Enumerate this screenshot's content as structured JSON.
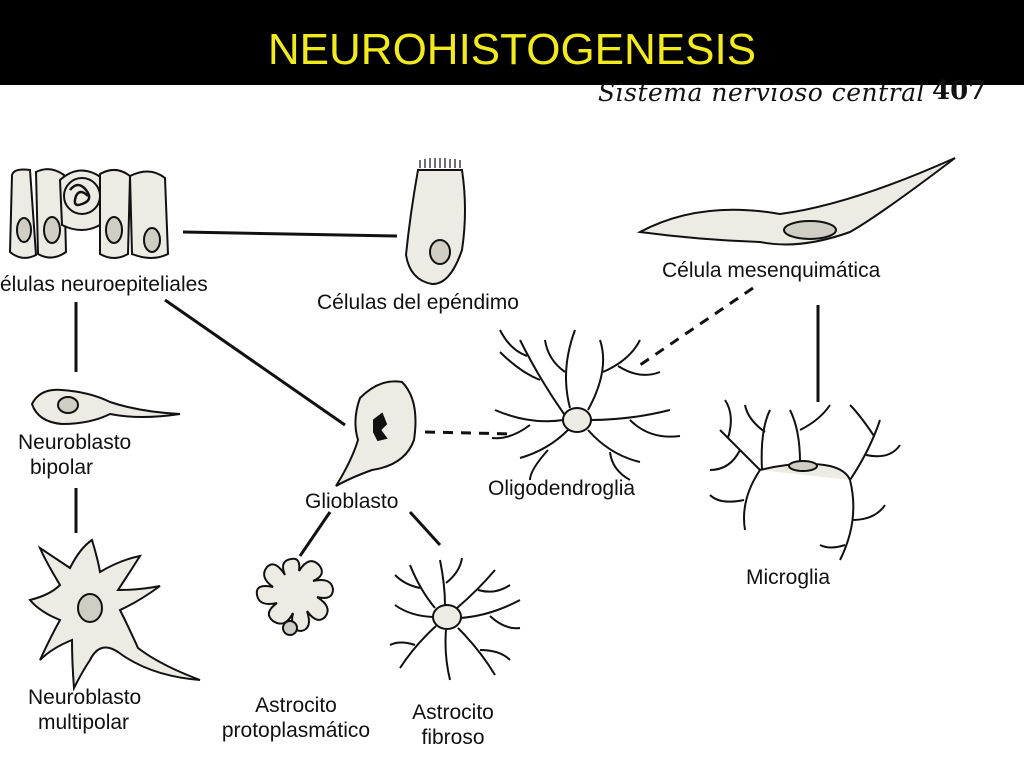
{
  "title": "NEUROHISTOGENESIS",
  "book_header": {
    "text": "Sistema nervioso central",
    "page_number": "407"
  },
  "labels": {
    "neuroepithelial": "élulas neuroepiteliales",
    "ependymal": "Células del epéndimo",
    "mesenchymal": "Célula mesenquimática",
    "bipolar_neuroblast_1": "Neuroblasto",
    "bipolar_neuroblast_2": "bipolar",
    "glioblast": "Glioblasto",
    "oligodendroglia": "Oligodendroglia",
    "microglia": "Microglia",
    "multipolar_neuroblast_1": "Neuroblasto",
    "multipolar_neuroblast_2": "multipolar",
    "protoplasmic_astrocyte_1": "Astrocito",
    "protoplasmic_astrocyte_2": "protoplasmático",
    "fibrous_astrocyte_1": "Astrocito",
    "fibrous_astrocyte_2": "fibroso"
  },
  "colors": {
    "title_bar": "#000000",
    "title_text": "#f2ea1c",
    "ink": "#111111",
    "cell_fill": "#ecebe4"
  }
}
